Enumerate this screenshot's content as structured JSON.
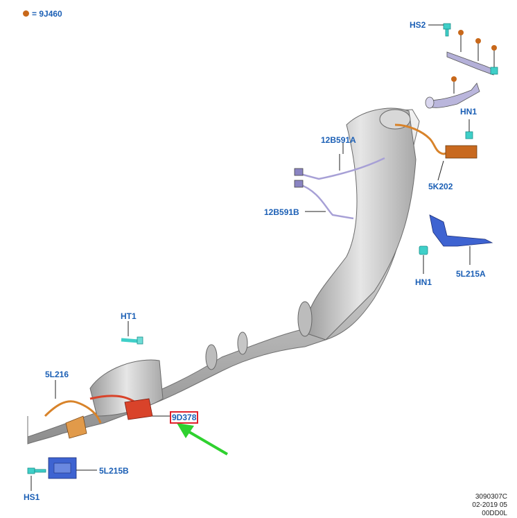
{
  "legend": {
    "marker_color": "#c8681a",
    "text": "= 9J460"
  },
  "labels": {
    "hs2": "HS2",
    "hn1_top": "HN1",
    "p12b591a": "12B591A",
    "p5k202": "5K202",
    "p12b591b": "12B591B",
    "hn1_mid": "HN1",
    "p5l215a": "5L215A",
    "ht1": "HT1",
    "p5l216": "5L216",
    "p9d378": "9D378",
    "p5l215b": "5L215B",
    "hs1": "HS1"
  },
  "doc_ref": [
    "3090307C",
    "02-2019 05",
    "00DD0L"
  ],
  "colors": {
    "label_text": "#1b5fb5",
    "highlight_box": "#e0202a",
    "arrow": "#2fd12f",
    "orange_part": "#d8832a",
    "red_part": "#d9432a",
    "blue_bracket": "#3e63d1",
    "cyan_fastener": "#3fcfc8",
    "lavender_sensor": "#a7a0d6",
    "pipe_gray": "#c9c9c9"
  }
}
